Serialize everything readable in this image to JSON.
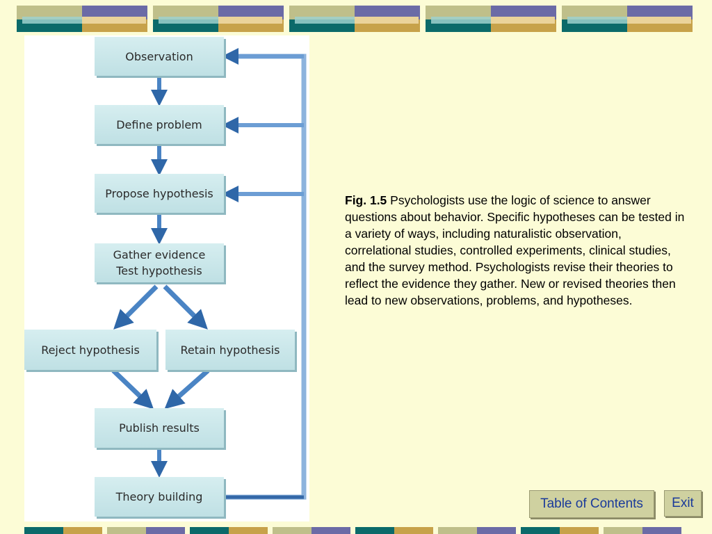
{
  "diagram": {
    "steps": {
      "observation": "Observation",
      "define_problem": "Define problem",
      "propose_hypothesis": "Propose hypothesis",
      "gather_evidence": "Gather evidence\nTest hypothesis",
      "reject_hypothesis": "Reject hypothesis",
      "retain_hypothesis": "Retain hypothesis",
      "publish_results": "Publish results",
      "theory_building": "Theory building"
    }
  },
  "caption": {
    "label": "Fig. 1.5",
    "text": " Psychologists use the logic of science to answer questions about behavior. Specific hypotheses can be tested in a variety of ways, including naturalistic observation, correlational studies, controlled experiments, clinical studies, and the survey method. Psychologists revise their theories to reflect the evidence they gather. New or revised theories then lead to new observations, problems, and hypotheses."
  },
  "nav": {
    "toc_label": "Table of Contents",
    "exit_label": "Exit"
  },
  "colors": {
    "background": "#fcfcd6",
    "box_fill": "#c9e6ea",
    "arrow": "#3f78b8",
    "feedback_line": "#8db3dd",
    "link_text": "#1a3a9a"
  }
}
